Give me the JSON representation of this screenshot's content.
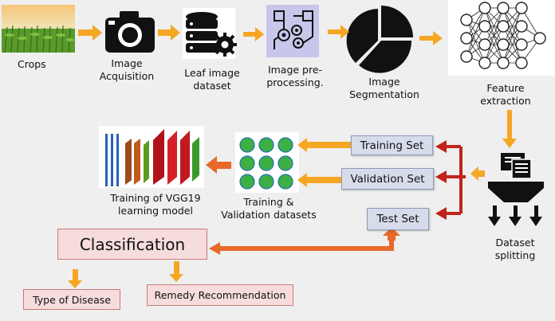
{
  "stages": {
    "crops": "Crops",
    "acquisition": "Image\nAcquisition",
    "leaf_dataset": "Leaf image\ndataset",
    "preprocessing": "Image pre-\nprocessing.",
    "segmentation": "Image\nSegmentation",
    "feature": "Feature\nextraction",
    "splitting": "Dataset\nsplitting",
    "train_val": "Training &\nValidation datasets",
    "vgg": "Training of VGG19\nlearning model"
  },
  "sets": {
    "training": "Training Set",
    "validation": "Validation Set",
    "test": "Test Set"
  },
  "outputs": {
    "classification": "Classification",
    "disease": "Type of Disease",
    "remedy": "Remedy Recommendation"
  },
  "colors": {
    "arrow_orange": "#f5a623",
    "arrow_red": "#c0241a",
    "arrow_dark_orange": "#e8692a",
    "box_blue": "#d6dcea",
    "box_pink": "#f6dcdc",
    "dots_green": "#3cb043"
  },
  "icons": [
    "crops-field-image",
    "camera-icon",
    "database-gear-icon",
    "gears-process-icon",
    "pie-segmentation-icon",
    "neural-network-icon",
    "funnel-split-icon",
    "dots-grid-icon",
    "cnn-layers-icon"
  ]
}
